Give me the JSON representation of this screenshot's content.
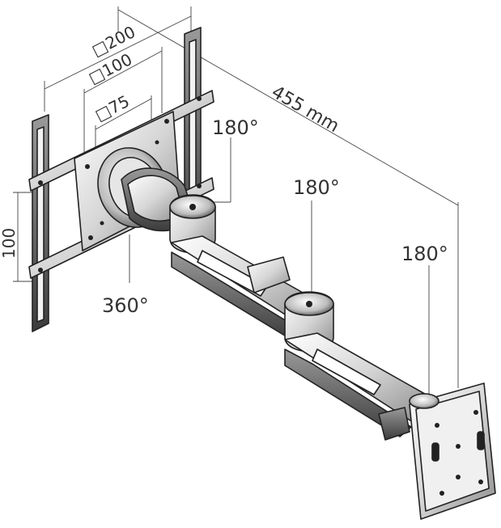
{
  "diagram": {
    "dims": {
      "vesa_200": "□200",
      "vesa_100": "□100",
      "vesa_75": "□75",
      "reach": "455 mm",
      "rail_height": "100"
    },
    "rotations": {
      "tilt_joint": "180°",
      "elbow_joint": "180°",
      "wall_joint": "180°",
      "head_swivel": "360°"
    }
  }
}
